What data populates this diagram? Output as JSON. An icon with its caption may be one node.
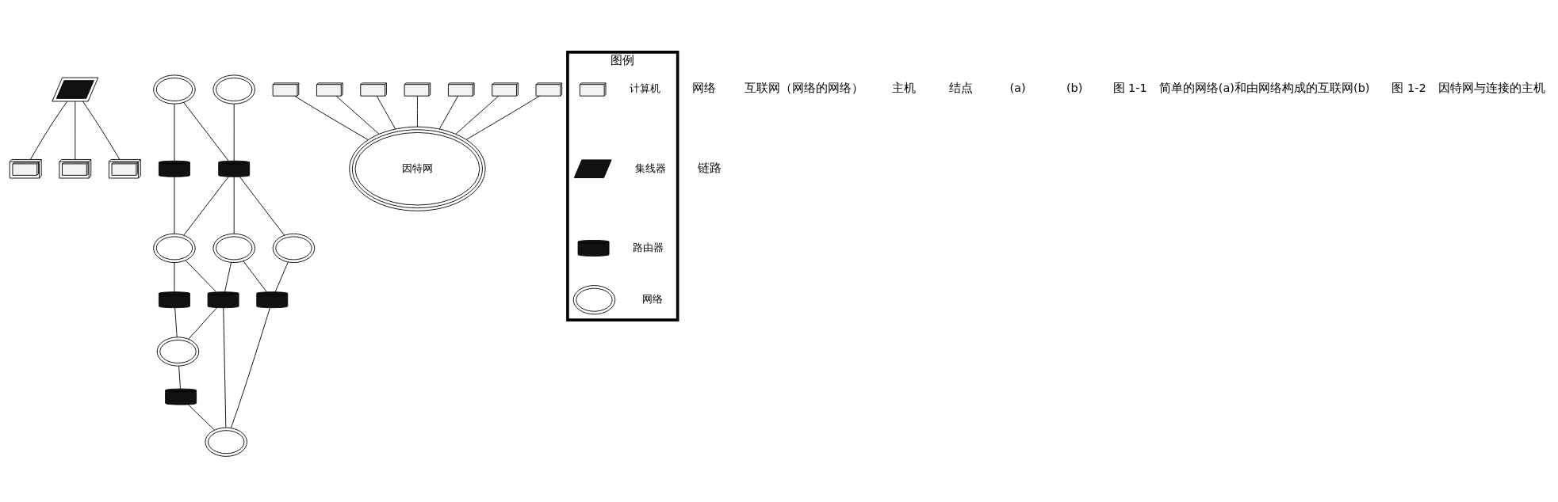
{
  "diagram": {
    "nodes": [
      {
        "text": [],
        "shape": "hub"
      },
      {
        "text": [],
        "shape": "computer"
      },
      {
        "text": [],
        "shape": "computer"
      },
      {
        "text": [],
        "shape": "computer"
      },
      {
        "text": [],
        "shape": "router"
      },
      {
        "text": [],
        "shape": "cloud"
      },
      {
        "text": [],
        "shape": "cloud"
      },
      {
        "text": [],
        "shape": "router"
      },
      {
        "text": [],
        "shape": "cloud"
      },
      {
        "text": [],
        "shape": "router"
      },
      {
        "text": [],
        "shape": "router"
      },
      {
        "text": [],
        "shape": "cloud"
      },
      {
        "text": [],
        "shape": "cloud"
      },
      {
        "text": [],
        "shape": "cloud"
      },
      {
        "text": [],
        "shape": "router"
      },
      {
        "text": [],
        "shape": "cloud"
      },
      {
        "text": [],
        "shape": "router"
      },
      {
        "text": [],
        "shape": "computer"
      },
      {
        "text": [],
        "shape": "computer"
      },
      {
        "text": [],
        "shape": "computer"
      },
      {
        "text": [],
        "shape": "computer"
      },
      {
        "text": [
          "因特网"
        ]
      },
      {
        "text": [],
        "shape": "computer"
      },
      {
        "text": [],
        "shape": "computer"
      },
      {
        "text": [],
        "shape": "computer"
      },
      {
        "text": [
          "图例"
        ]
      },
      {
        "text": [],
        "shape": "computer",
        "in": 25
      },
      {
        "text": [],
        "shape": "hub",
        "in": 25
      },
      {
        "text": [],
        "shape": "router",
        "in": 25
      },
      {
        "text": [],
        "shape": "cloud",
        "in": 25
      }
    ],
    "edges": [
      {
        "from": 0,
        "to": 1,
        "arrow": "none"
      },
      {
        "from": 0,
        "to": 2,
        "arrow": "none"
      },
      {
        "from": 0,
        "to": 3,
        "arrow": "none"
      },
      {
        "from": 5,
        "to": 4,
        "arrow": "none"
      },
      {
        "from": 4,
        "to": 6,
        "arrow": "none"
      },
      {
        "from": 5,
        "to": 7,
        "arrow": "none"
      },
      {
        "from": 7,
        "to": 6,
        "arrow": "none"
      },
      {
        "from": 8,
        "to": 7,
        "arrow": "none"
      },
      {
        "from": 7,
        "to": 11,
        "arrow": "none"
      },
      {
        "from": 7,
        "to": 13,
        "arrow": "none"
      },
      {
        "from": 6,
        "to": 10,
        "arrow": "none"
      },
      {
        "from": 11,
        "to": 10,
        "arrow": "none"
      },
      {
        "from": 10,
        "to": 12,
        "arrow": "none"
      },
      {
        "from": 10,
        "to": 15,
        "arrow": "none"
      },
      {
        "from": 6,
        "to": 9,
        "arrow": "none"
      },
      {
        "from": 9,
        "to": 12,
        "arrow": "none"
      },
      {
        "from": 12,
        "to": 16,
        "arrow": "none"
      },
      {
        "from": 16,
        "to": 15,
        "arrow": "none"
      },
      {
        "from": 11,
        "to": 14,
        "arrow": "none"
      },
      {
        "from": 13,
        "to": 14,
        "arrow": "none"
      },
      {
        "from": 14,
        "to": 15,
        "arrow": "none"
      },
      {
        "from": 17,
        "to": 21,
        "arrow": "none"
      },
      {
        "from": 18,
        "to": 21,
        "arrow": "none"
      },
      {
        "from": 19,
        "to": 21,
        "arrow": "none"
      },
      {
        "from": 20,
        "to": 21,
        "arrow": "none"
      },
      {
        "from": 22,
        "to": 21,
        "arrow": "none"
      },
      {
        "from": 23,
        "to": 21,
        "arrow": "none"
      },
      {
        "from": 24,
        "to": 21,
        "arrow": "none"
      }
    ],
    "labels": [
      "网络",
      "互联网（网络的网络）",
      "主机",
      "结点",
      "链路",
      "(a)",
      "(b)",
      "图 1-1　简单的网络(a)和由网络构成的互联网(b)",
      "图 1-2　因特网与连接的主机"
    ],
    "legend": [
      {
        "text": "计算机"
      },
      {
        "text": "集线器"
      },
      {
        "text": "路由器"
      },
      {
        "text": "网络"
      }
    ]
  }
}
